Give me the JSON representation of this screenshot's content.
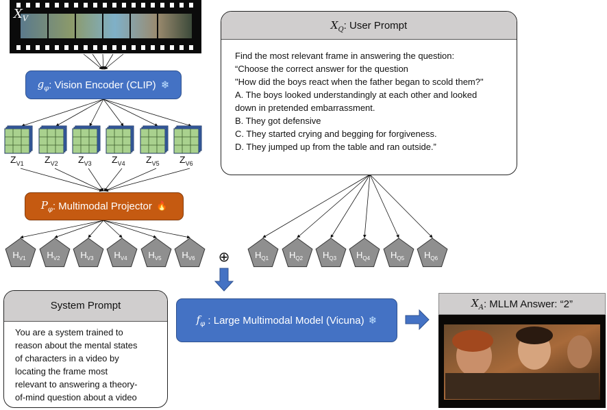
{
  "video_label": {
    "sym": "X",
    "sub": "V"
  },
  "vision_encoder": {
    "sym": "g",
    "sub": "φ",
    "label": ": Vision Encoder (CLIP) ",
    "icon": "❄"
  },
  "projector": {
    "sym": "P",
    "sub": "φ",
    "label": ": Multimodal Projector ",
    "icon": "🔥"
  },
  "llm": {
    "sym": "f",
    "sub": "φ",
    "label": " : Large Multimodal Model (Vicuna) ",
    "icon": "❄"
  },
  "z_labels": [
    {
      "main": "Z",
      "sub": "V1"
    },
    {
      "main": "Z",
      "sub": "V2"
    },
    {
      "main": "Z",
      "sub": "V3"
    },
    {
      "main": "Z",
      "sub": "V4"
    },
    {
      "main": "Z",
      "sub": "V5"
    },
    {
      "main": "Z",
      "sub": "V6"
    }
  ],
  "hv_tokens": [
    {
      "main": "H",
      "sub": "V1"
    },
    {
      "main": "H",
      "sub": "V2"
    },
    {
      "main": "H",
      "sub": "V3"
    },
    {
      "main": "H",
      "sub": "V4"
    },
    {
      "main": "H",
      "sub": "V5"
    },
    {
      "main": "H",
      "sub": "V6"
    }
  ],
  "hq_tokens": [
    {
      "main": "H",
      "sub": "Q1"
    },
    {
      "main": "H",
      "sub": "Q2"
    },
    {
      "main": "H",
      "sub": "Q3"
    },
    {
      "main": "H",
      "sub": "Q4"
    },
    {
      "main": "H",
      "sub": "Q5"
    },
    {
      "main": "H",
      "sub": "Q6"
    }
  ],
  "concat_symbol": "⊕",
  "user_prompt": {
    "sym": "X",
    "sub": "Q",
    "title_rest": ": User Prompt",
    "lines": [
      "Find the most relevant frame in answering the question:",
      "“Choose the correct answer for the question",
      "\"How did the boys react when the father began to scold them?\"",
      "A. The boys looked understandingly at each other and looked",
      "down in pretended embarrassment.",
      "B. They got defensive",
      "C. They started crying and begging for forgiveness.",
      "D. They jumped up from the table and ran outside.”"
    ]
  },
  "system_prompt": {
    "title": "System Prompt",
    "lines": [
      "You are a system trained to",
      "reason about the mental states",
      "of characters in a video by",
      "locating the frame most",
      "relevant to answering a theory-",
      "of-mind question about a video"
    ]
  },
  "answer": {
    "sym": "X",
    "sub": "A",
    "text": ": MLLM Answer: “2”"
  },
  "colors": {
    "encoder_blue": "#4472c4",
    "projector_orange": "#c55a11",
    "token_gray": "#8f8f8f",
    "arrow_blue": "#4472c4",
    "grid_green": "#a9d18e"
  }
}
